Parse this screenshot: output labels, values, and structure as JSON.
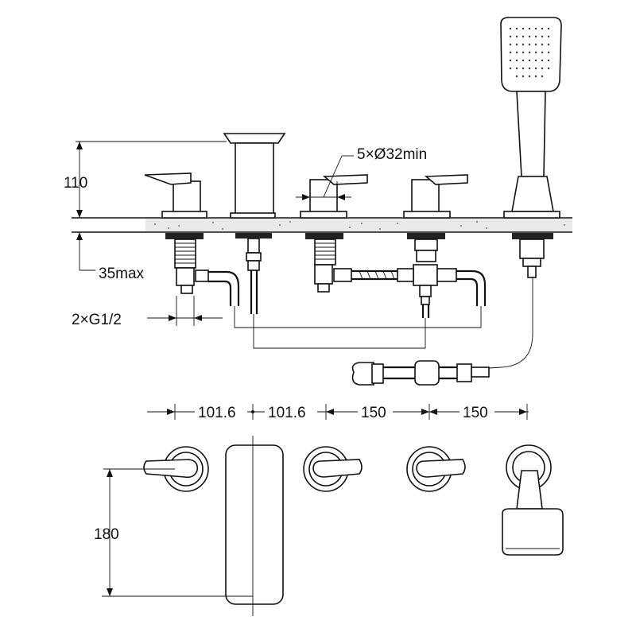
{
  "dimensions": {
    "height_above_deck": "110",
    "deck_thickness": "35max",
    "hole_spec": "5×Ø32min",
    "connection_spec": "2×G1/2",
    "spacing_1": "101.6",
    "spacing_2": "101.6",
    "spacing_3": "150",
    "spacing_4": "150",
    "handle_depth": "180"
  },
  "icons": {
    "handshower": "handshower-icon",
    "valve": "valve-handle-icon",
    "spout": "spout-icon",
    "diverter": "diverter-icon",
    "hose": "hose-icon"
  },
  "colors": {
    "line": "#111111",
    "background": "#ffffff"
  }
}
